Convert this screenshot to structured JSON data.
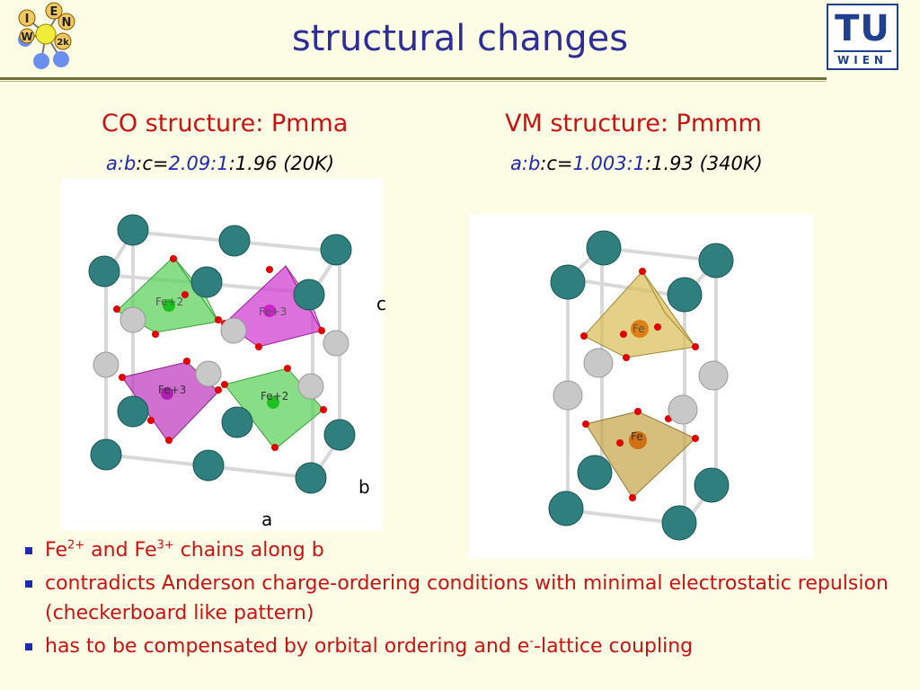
{
  "header": {
    "title": "structural changes",
    "left_logo": {
      "letters": [
        "I",
        "E",
        "W",
        "N"
      ],
      "badge": "2k"
    },
    "right_logo": {
      "big": "TU",
      "small": "WIEN"
    }
  },
  "left": {
    "title": "CO structure: Pmma",
    "ratio_prefix": "a:b",
    "ratio_mid": ":c=",
    "ratio_blue": "2.09:1",
    "ratio_rest": ":1.96 (20K)",
    "labels": {
      "fe2_top": "Fe+2",
      "fe3_top": "Fe+3",
      "fe3_bottom": "Fe+3",
      "fe2_bottom": "Fe+2"
    },
    "axes": {
      "c": "c",
      "b": "b",
      "a": "a"
    }
  },
  "right": {
    "title": "VM structure: Pmmm",
    "ratio_prefix": "a:b",
    "ratio_mid": ":c=",
    "ratio_blue": "1.003:1",
    "ratio_rest": ":1.93 (340K)",
    "labels": {
      "fe_top": "Fe",
      "fe_bottom": "Fe"
    }
  },
  "bullets": {
    "b1": {
      "p1": "Fe",
      "s1": "2+",
      "p2": " and Fe",
      "s2": "3+",
      "p3": " chains along b"
    },
    "b2": {
      "text": "contradicts Anderson charge-ordering conditions with minimal electrostatic repulsion (checkerboard like pattern)"
    },
    "b3": {
      "p1": "has to be compensated by orbital ordering and e",
      "s1": "-",
      "p2": "-lattice coupling"
    }
  },
  "colors": {
    "title_blue": "#2e2e9a",
    "subtitle_red": "#cc1111",
    "ratio_blue": "#1f2ab4",
    "teal_atom": "#2f7f7f",
    "grey_atom": "#c8c8c8",
    "oxygen": "#e00000",
    "green_octa": "#5fd35f",
    "magenta_octa": "#d040d0",
    "gold_octa": "#dcc060",
    "tu_blue": "#1f3f8f"
  }
}
